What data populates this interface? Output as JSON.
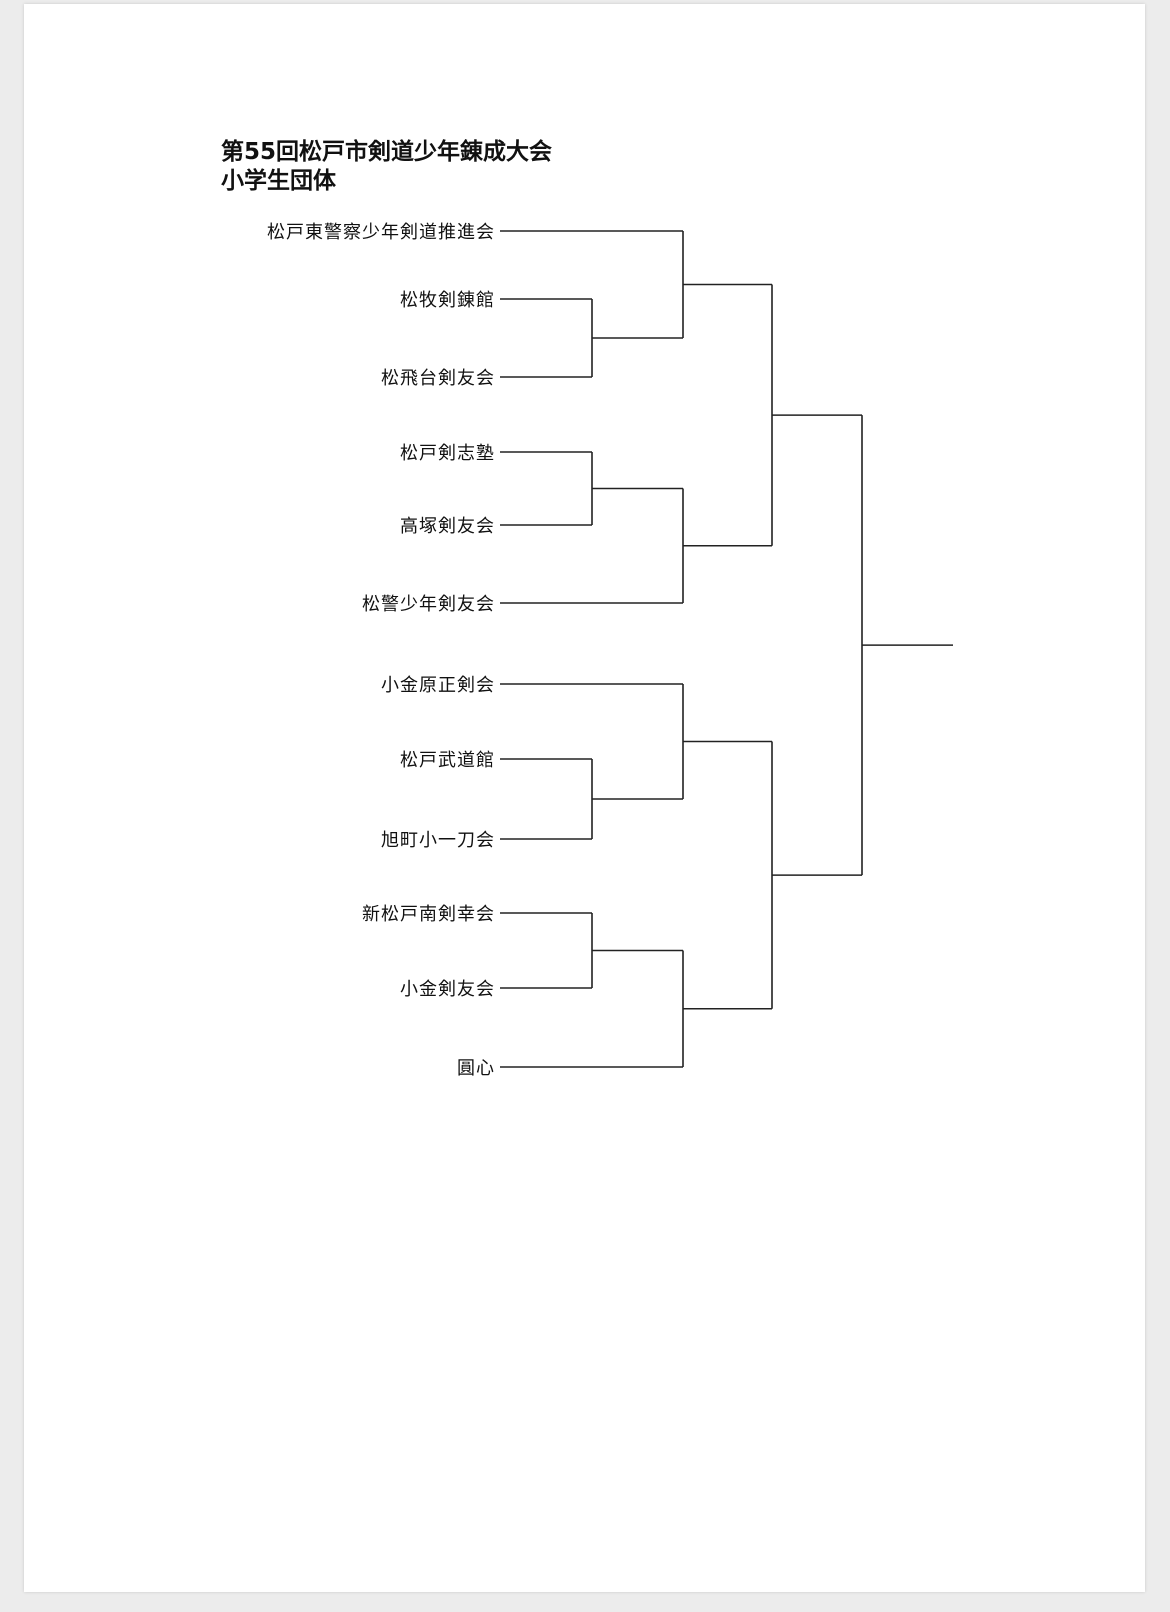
{
  "document": {
    "title_line1": "第55回松戸市剣道少年錬成大会",
    "title_line2": "小学生団体"
  },
  "bracket": {
    "teams": [
      "松戸東警察少年剣道推進会",
      "松牧剣錬館",
      "松飛台剣友会",
      "松戸剣志塾",
      "高塚剣友会",
      "松警少年剣友会",
      "小金原正剣会",
      "松戸武道館",
      "旭町小一刀会",
      "新松戸南剣幸会",
      "小金剣友会",
      "圓心"
    ]
  }
}
